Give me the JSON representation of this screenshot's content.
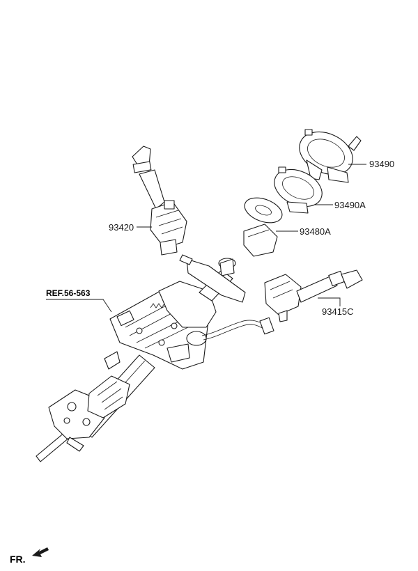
{
  "labels": {
    "p93490": "93490",
    "p93490A": "93490A",
    "p93480A": "93480A",
    "p93420": "93420",
    "p93415C": "93415C",
    "ref": "REF.56-563",
    "front": "FR."
  }
}
